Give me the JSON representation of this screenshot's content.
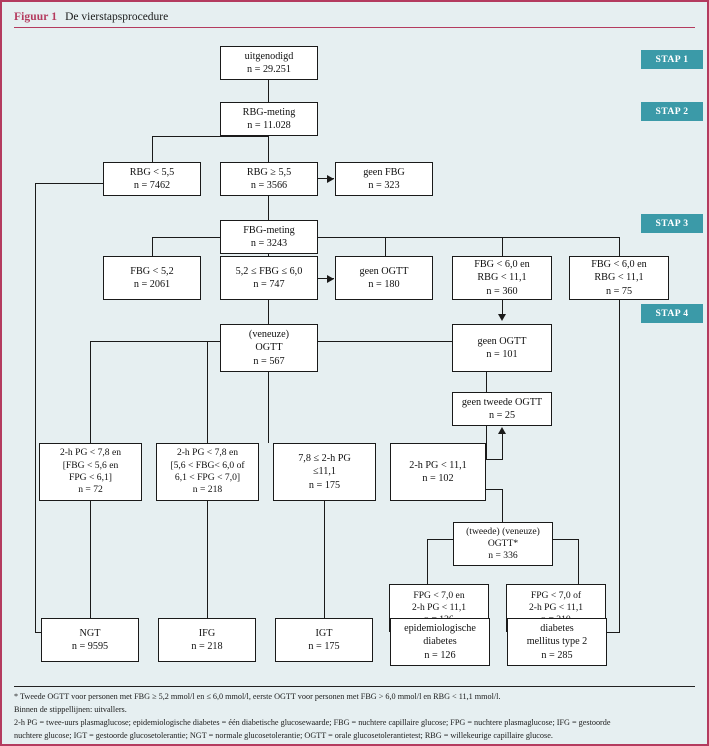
{
  "header": {
    "figure_label": "Figuur 1",
    "title": "De vierstapsprocedure"
  },
  "steps": [
    {
      "label": "STAP 1"
    },
    {
      "label": "STAP 2"
    },
    {
      "label": "STAP 3"
    },
    {
      "label": "STAP 4"
    }
  ],
  "colors": {
    "panel_background": "#e6eff1",
    "panel_border": "#b43b5f",
    "figure_label": "#b43b5f",
    "step_badge": "#3b9aa8",
    "node_border": "#1a1a1a",
    "node_background": "#ffffff"
  },
  "nodes": {
    "invited": {
      "l1": "uitgenodigd",
      "l2": "n = 29.251"
    },
    "rbg_meting": {
      "l1": "RBG-meting",
      "l2": "n = 11.028"
    },
    "rbg_low": {
      "l1": "RBG < 5,5",
      "l2": "n = 7462"
    },
    "rbg_high": {
      "l1": "RBG ≥ 5,5",
      "l2": "n = 3566"
    },
    "geen_fbg": {
      "l1": "geen FBG",
      "l2": "n = 323"
    },
    "fbg_meting": {
      "l1": "FBG-meting",
      "l2": "n = 3243"
    },
    "fbg_low": {
      "l1": "FBG < 5,2",
      "l2": "n = 2061"
    },
    "fbg_mid": {
      "l1": "5,2 ≤ FBG ≤ 6,0",
      "l2": "n = 747"
    },
    "geen_ogtt_1": {
      "l1": "geen OGTT",
      "l2": "n = 180"
    },
    "fbg_rbg_360": {
      "l1": "FBG < 6,0 en",
      "l2": "RBG < 11,1",
      "l3": "n = 360"
    },
    "fbg_rbg_75": {
      "l1": "FBG < 6,0 en",
      "l2": "RBG < 11,1",
      "l3": "n = 75"
    },
    "ogtt_veneus": {
      "l1": "(veneuze)",
      "l2": "OGTT",
      "l3": "n = 567"
    },
    "geen_ogtt_2": {
      "l1": "geen OGTT",
      "l2": "n = 101"
    },
    "geen_tweede": {
      "l1": "geen tweede OGTT",
      "l2": "n = 25"
    },
    "res_ngt_crit": {
      "l1": "2-h PG < 7,8 en",
      "l2": "[FBG < 5,6 en",
      "l3": "FPG < 6,1]",
      "l4": "n = 72"
    },
    "res_ifg_crit": {
      "l1": "2-h PG < 7,8 en",
      "l2": "[5,6 < FBG< 6,0 of",
      "l3": "6,1 < FPG < 7,0]",
      "l4": "n = 218"
    },
    "res_igt_crit": {
      "l1": "7,8 ≤ 2-h PG",
      "l2": "≤11,1",
      "l3": "n = 175"
    },
    "pg_102": {
      "l1": "2-h PG < 11,1",
      "l2": "n = 102"
    },
    "ogtt_tweede": {
      "l1": "(tweede) (veneuze)",
      "l2": "OGTT*",
      "l3": "n = 336"
    },
    "fpg_en_126": {
      "l1": "FPG < 7,0 en",
      "l2": "2-h PG < 11,1",
      "l3": "n = 126"
    },
    "fpg_of_210": {
      "l1": "FPG < 7,0 of",
      "l2": "2-h PG < 11,1",
      "l3": "n = 210"
    },
    "out_ngt": {
      "l1": "NGT",
      "l2": "n = 9595"
    },
    "out_ifg": {
      "l1": "IFG",
      "l2": "n = 218"
    },
    "out_igt": {
      "l1": "IGT",
      "l2": "n = 175"
    },
    "out_epi": {
      "l1": "epidemiologische",
      "l2": "diabetes",
      "l3": "n = 126"
    },
    "out_dm2": {
      "l1": "diabetes",
      "l2": "mellitus type 2",
      "l3": "n = 285"
    }
  },
  "footnotes": {
    "line1": "* Tweede OGTT voor personen met FBG ≥ 5,2 mmol/l en ≤ 6,0 mmol/l, eerste OGTT voor personen met FBG > 6,0 mmol/l en RBG < 11,1 mmol/l.",
    "line2": "Binnen de stippellijnen: uitvallers.",
    "line3": "2-h PG = twee-uurs plasmaglucose; epidemiologische diabetes = één diabetische glucosewaarde; FBG = nuchtere capillaire glucose; FPG = nuchtere plasmaglucose; IFG = gestoorde",
    "line4": "nuchtere glucose; IGT = gestoorde glucosetolerantie; NGT = normale glucosetolerantie; OGTT = orale glucosetolerantietest; RBG = willekeurige capillaire glucose."
  }
}
